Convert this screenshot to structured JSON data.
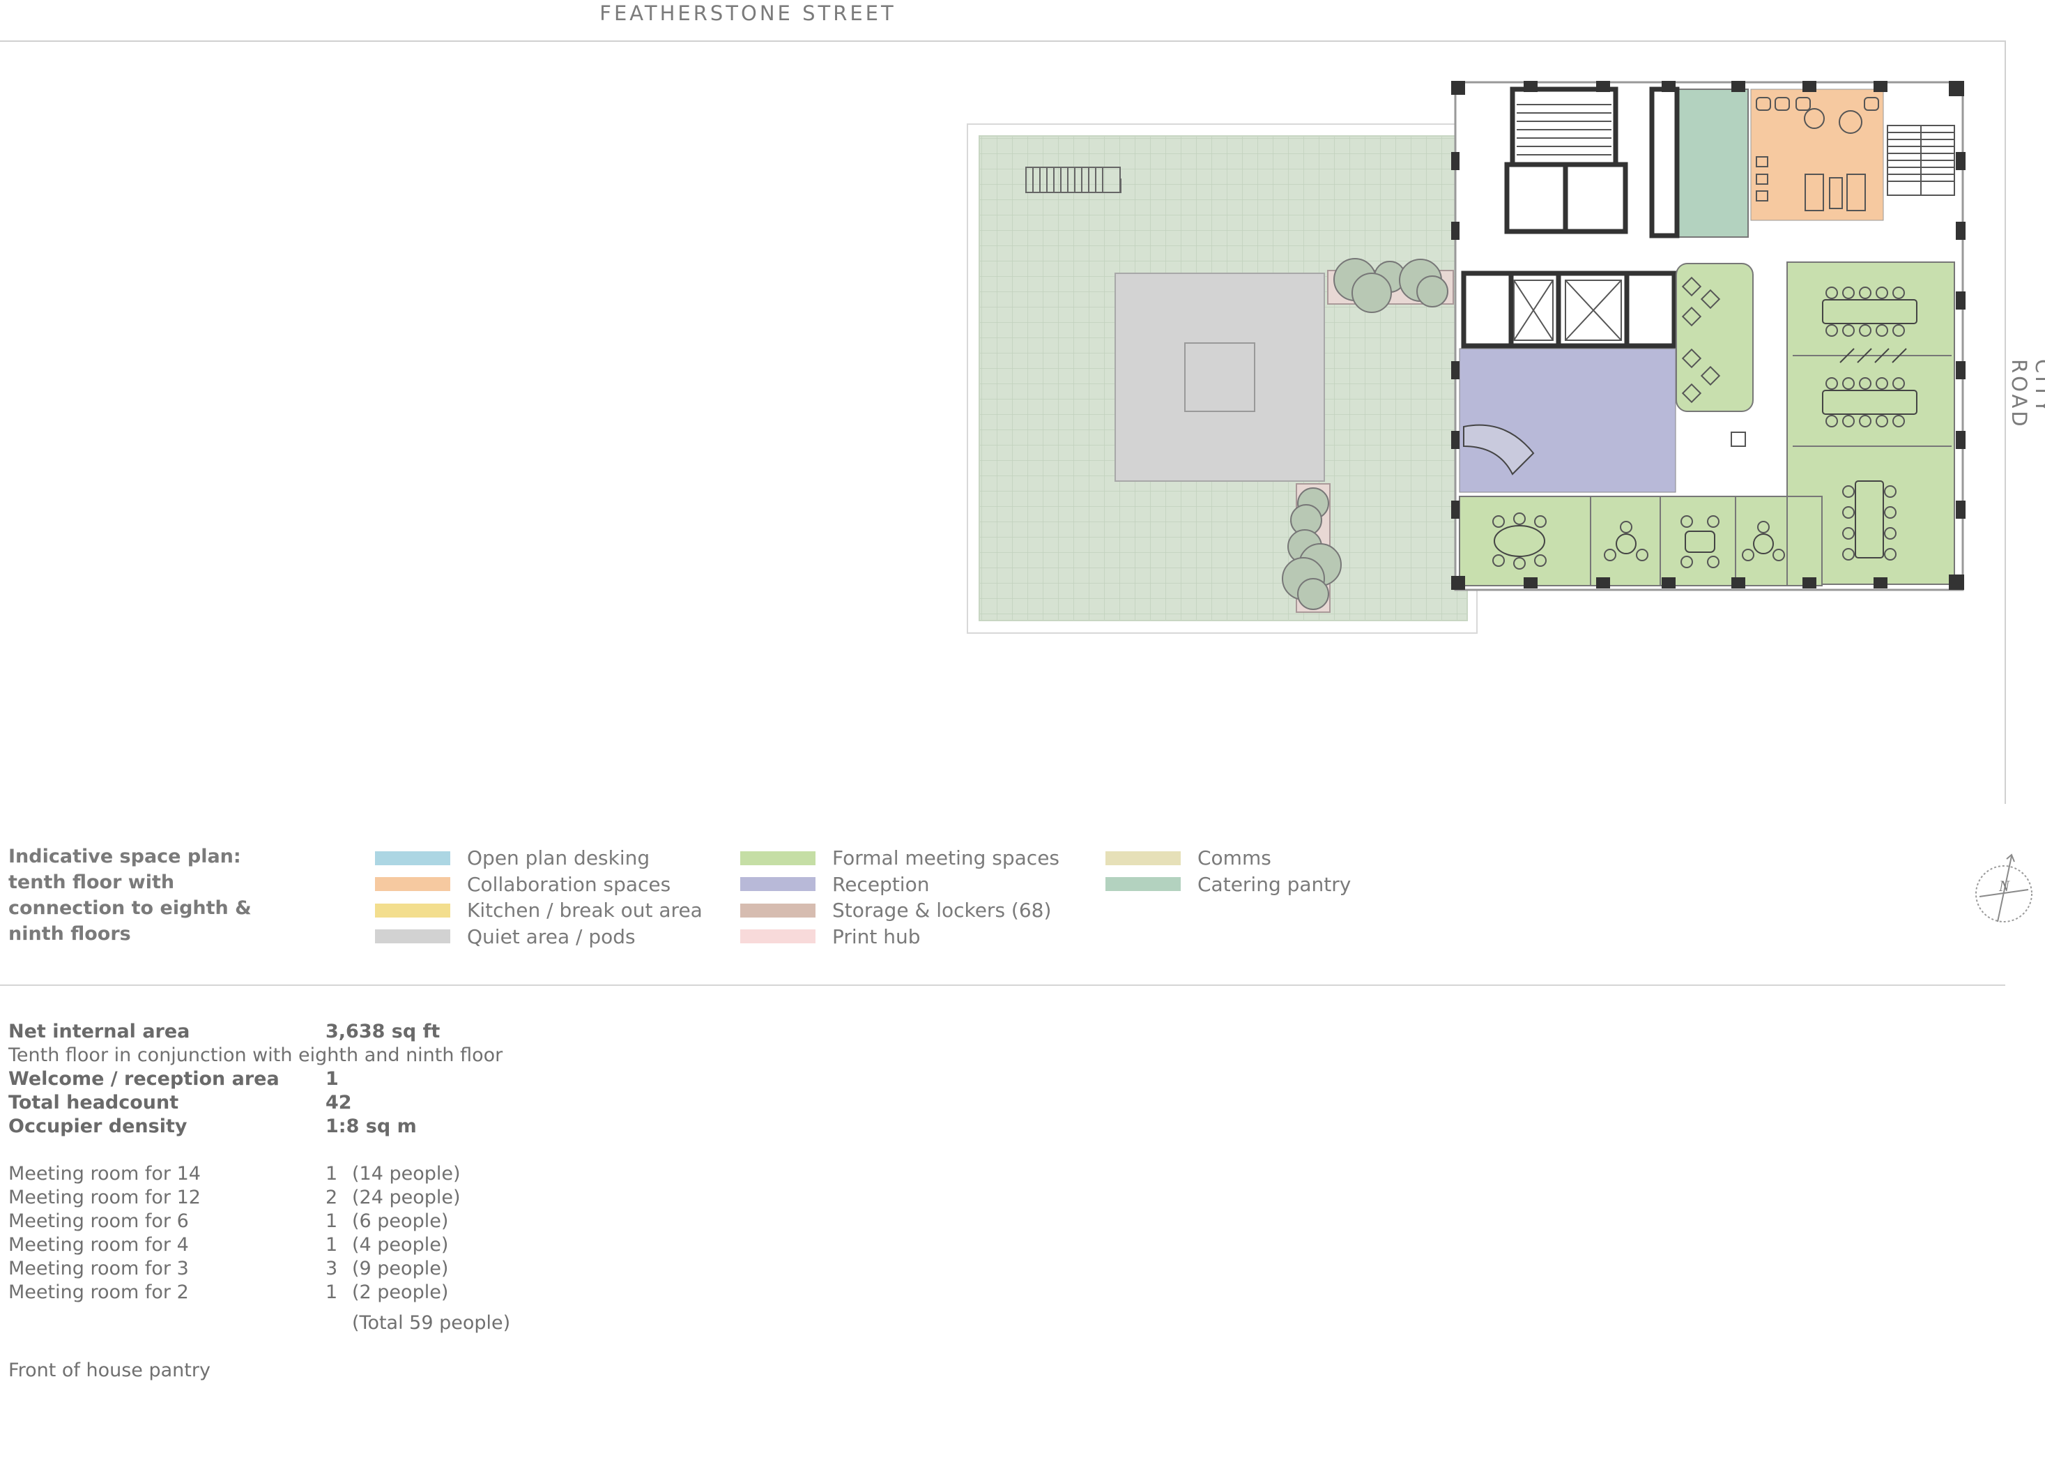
{
  "plan": {
    "street_top": "FEATHERSTONE STREET",
    "street_right": "CITY ROAD",
    "colors": {
      "terrace": "#d3dfcf",
      "terrace_grid": "#c2d1bd",
      "quiet": "#d3d3d3",
      "collaboration": "#f6c9a0",
      "catering": "#b3d2bf",
      "formal": "#c8dfae",
      "reception": "#b8b9d8",
      "wall": "#333333",
      "tree": "#b8c8b4"
    },
    "north_label": "N"
  },
  "legend": {
    "title": "Indicative space plan: tenth floor with connection to eighth & ninth floors",
    "columns": [
      [
        {
          "label": "Open plan desking",
          "color": "#acd6e3"
        },
        {
          "label": "Collaboration spaces",
          "color": "#f6c9a0"
        },
        {
          "label": "Kitchen / break out area",
          "color": "#f3de8e"
        },
        {
          "label": "Quiet area / pods",
          "color": "#d2d2d2"
        }
      ],
      [
        {
          "label": "Formal meeting spaces",
          "color": "#c5dea5"
        },
        {
          "label": "Reception",
          "color": "#b8b9d8"
        },
        {
          "label": "Storage & lockers (68)",
          "color": "#d6bcb0"
        },
        {
          "label": "Print hub",
          "color": "#f8dada"
        }
      ],
      [
        {
          "label": "Comms",
          "color": "#e6e0b8"
        },
        {
          "label": "Catering pantry",
          "color": "#b3d2bf"
        }
      ]
    ]
  },
  "stats": {
    "net_internal_area_label": "Net internal area",
    "net_internal_area_value": "3,638 sq ft",
    "conjunction_note": "Tenth floor in conjunction with eighth and ninth floor",
    "welcome_label": "Welcome / reception area",
    "welcome_value": "1",
    "headcount_label": "Total headcount",
    "headcount_value": "42",
    "density_label": "Occupier density",
    "density_value": "1:8 sq m",
    "meeting_rooms": [
      {
        "label": "Meeting room for 14",
        "count": "1",
        "people": "(14 people)"
      },
      {
        "label": "Meeting room for 12",
        "count": "2",
        "people": "(24 people)"
      },
      {
        "label": "Meeting room for 6",
        "count": "1",
        "people": "(6 people)"
      },
      {
        "label": "Meeting room for 4",
        "count": "1",
        "people": "(4 people)"
      },
      {
        "label": "Meeting room for 3",
        "count": "3",
        "people": "(9 people)"
      },
      {
        "label": "Meeting room for 2",
        "count": "1",
        "people": "(2 people)"
      }
    ],
    "total_people": "(Total 59 people)",
    "front_of_house": "Front of house pantry"
  }
}
